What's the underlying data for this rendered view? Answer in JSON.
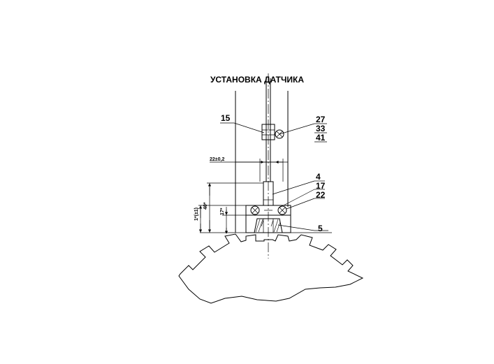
{
  "drawing": {
    "title": "УСТАНОВКА ДАТЧИКА",
    "labels": {
      "l15": "15",
      "l27": "27",
      "l33": "33",
      "l41": "41",
      "l4": "4",
      "l17": "17",
      "l22": "22",
      "l5": "5"
    },
    "dimensions": {
      "width": "22±0,2",
      "height_main": "40*",
      "height_small": "17*",
      "height_mid": "1*(±1)"
    }
  }
}
